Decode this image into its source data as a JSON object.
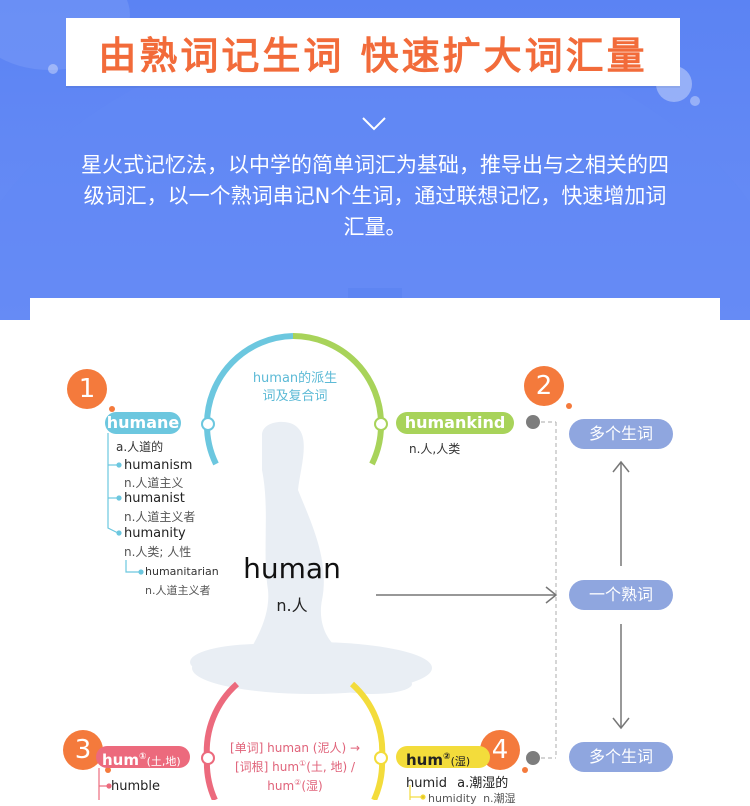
{
  "header": {
    "title": "由熟词记生词  快速扩大词汇量",
    "intro": "星火式记忆法，以中学的简单词汇为基础，推导出与之相关的四级词汇，以一个熟词串记N个生词，通过联想记忆，快速增加词汇量。"
  },
  "diagram": {
    "center_word": "human",
    "center_pos": "n.人",
    "top_arc_label_line1": "human的派生",
    "top_arc_label_line2": "词及复合词",
    "bottom_arc_line1": "[单词] human (泥人) →",
    "bottom_arc_line2": "[词根] hum",
    "bottom_arc_line2_sup": "①",
    "bottom_arc_line2_rest": "(土, 地) /",
    "bottom_arc_line3": "hum",
    "bottom_arc_line3_sup": "②",
    "bottom_arc_line3_rest": "(湿)",
    "badge1": "1",
    "badge2": "2",
    "badge3": "3",
    "badge4": "4",
    "tag_humane": "humane",
    "humane_def": "a.人道的",
    "humanism": "humanism",
    "humanism_def": "n.人道主义",
    "humanist": "humanist",
    "humanist_def": "n.人道主义者",
    "humanity": "humanity",
    "humanity_def": "n.人类; 人性",
    "humanitarian": "humanitarian",
    "humanitarian_def": "n.人道主义者",
    "tag_humankind": "humankind",
    "humankind_def": "n.人,人类",
    "tag_hum1": "hum",
    "tag_hum1_sup": "①",
    "tag_hum1_note": "(土,地)",
    "humble": "humble",
    "tag_hum2": "hum",
    "tag_hum2_sup": "②",
    "tag_hum2_note": "(湿)",
    "humid": "humid",
    "humid_def": "a.潮湿的",
    "humidity": "humidity",
    "humidity_def": "n.潮湿",
    "pill_top": "多个生词",
    "pill_mid": "一个熟词",
    "pill_bottom": "多个生词"
  },
  "colors": {
    "title_orange": "#f26b3a",
    "header_blue": "#5b83f3",
    "arc_cyan": "#6cc7df",
    "arc_green": "#a8d35a",
    "arc_red": "#ec6a7d",
    "arc_yellow": "#f3dc3b",
    "pill_blue": "#8fa6df"
  }
}
